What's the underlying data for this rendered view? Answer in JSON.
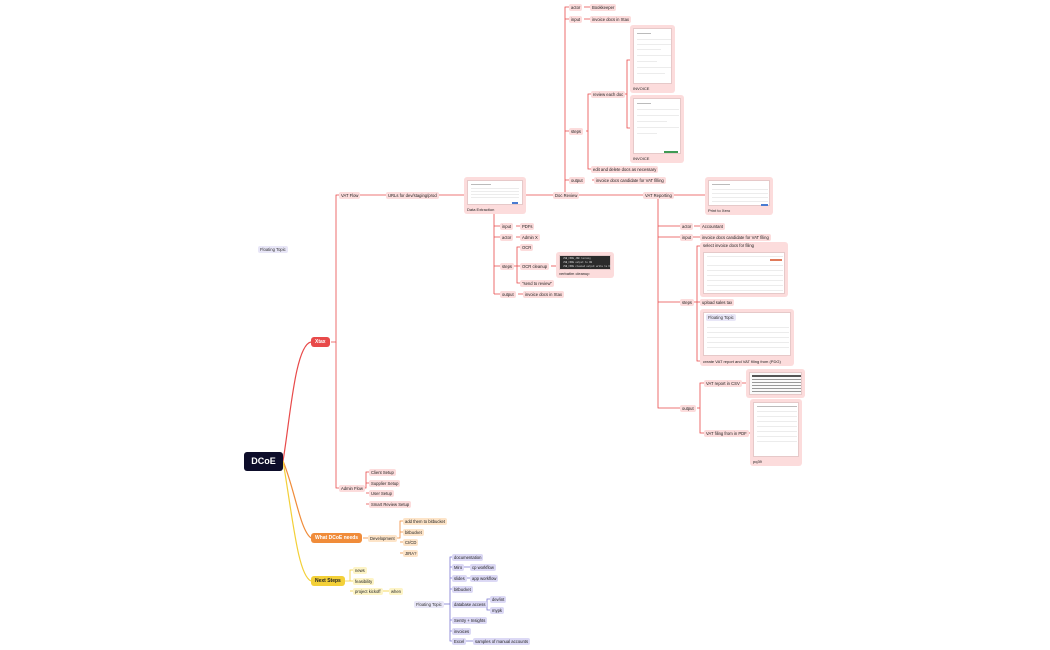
{
  "root": {
    "label": "DCoE"
  },
  "branches": {
    "xtax": "Xtax",
    "dcoe_needs": "What DCoE needs",
    "next_steps": "Next Steps"
  },
  "floating_topic_left": "Floating Topic",
  "xtax": {
    "vat_flow": "VAT Flow",
    "urls": "URLs for dev/staging/prod",
    "data_extraction": "Data Extraction",
    "de_input": "input",
    "de_pdfs": "PDFs",
    "de_actor": "actor",
    "de_admin": "Admin X",
    "de_steps": "steps",
    "de_ocr": "OCR",
    "de_ocr_cleanup": "OCR cleanup",
    "de_cleanup_lines": [
      "JSB_CODE_JOB running",
      "JSB_CODE output to DB",
      "JSB_CODE cleaned output write to DB"
    ],
    "de_verbatim": "verbatim cleanup",
    "de_send": "\"send to review\"",
    "de_output": "output",
    "de_output_val": "invoice docs in Xtax",
    "doc_review": "Doc Review",
    "dr_actor": "actor",
    "dr_actor_val": "Bookkeeper",
    "dr_input": "input",
    "dr_input_val": "invoice docs in Xtax",
    "dr_steps": "steps",
    "dr_review_each": "review each doc",
    "dr_invoice1": "INVOICE",
    "dr_invoice2": "INVOICE",
    "dr_edit": "edit and delete docs as necessary",
    "dr_output": "output",
    "dr_output_val": "invoice docs candidate for VAT filling",
    "vat_reporting": "VAT Reporting",
    "vr_preview": "Print to Xero",
    "vr_actor": "actor",
    "vr_actor_val": "Accountant",
    "vr_input": "input",
    "vr_input_val": "invoice docs candidate for VAT filing",
    "vr_steps": "steps",
    "vr_select": "select invoice docs for filing",
    "vr_upload": "upload sales tax",
    "vr_floating": "Floating Topic",
    "vr_create": "create VAT report and VAT filing from (PDG)",
    "vr_output": "output",
    "vr_csv": "VAT report in CSV",
    "vr_pdf": "VAT filing from in PDF",
    "vr_pdf_cap": "pq39",
    "admin_flow": "Admin Flow",
    "admin_items": [
      "Client Setup",
      "Supplier Setup",
      "User Setup",
      "Smart Review Setup"
    ]
  },
  "needs": {
    "development": "Development",
    "items": [
      "add them to bitbucket",
      "bitbucket",
      "CI/CD",
      "JIRA?"
    ]
  },
  "next": {
    "items": [
      "news",
      "feasibility",
      "project kickoff"
    ],
    "when": "when",
    "floating": "Floating Topic",
    "f_documentation": "documentation",
    "f_miro": "Miro",
    "f_miro_val": "cp workflow",
    "f_slides": "slides",
    "f_slides_val": "app workflow",
    "f_bitbucket": "bitbucket",
    "f_db": "database access",
    "f_db_vals": [
      "dev/int",
      "mypk"
    ],
    "f_sentry": "Sentry + Insights",
    "f_invoices": "invoices",
    "f_excel": "Excel",
    "f_excel_val": "samples of manual accounts"
  },
  "colors": {
    "root": "#0d0d2a",
    "xtax": "#e84a4a",
    "dcoe": "#f08c3a",
    "next": "#f3d038",
    "node_red": "#fcdcdc",
    "node_orange": "#fde4c8",
    "node_yellow": "#fdf4c6",
    "node_purple": "#dcd9f5"
  }
}
